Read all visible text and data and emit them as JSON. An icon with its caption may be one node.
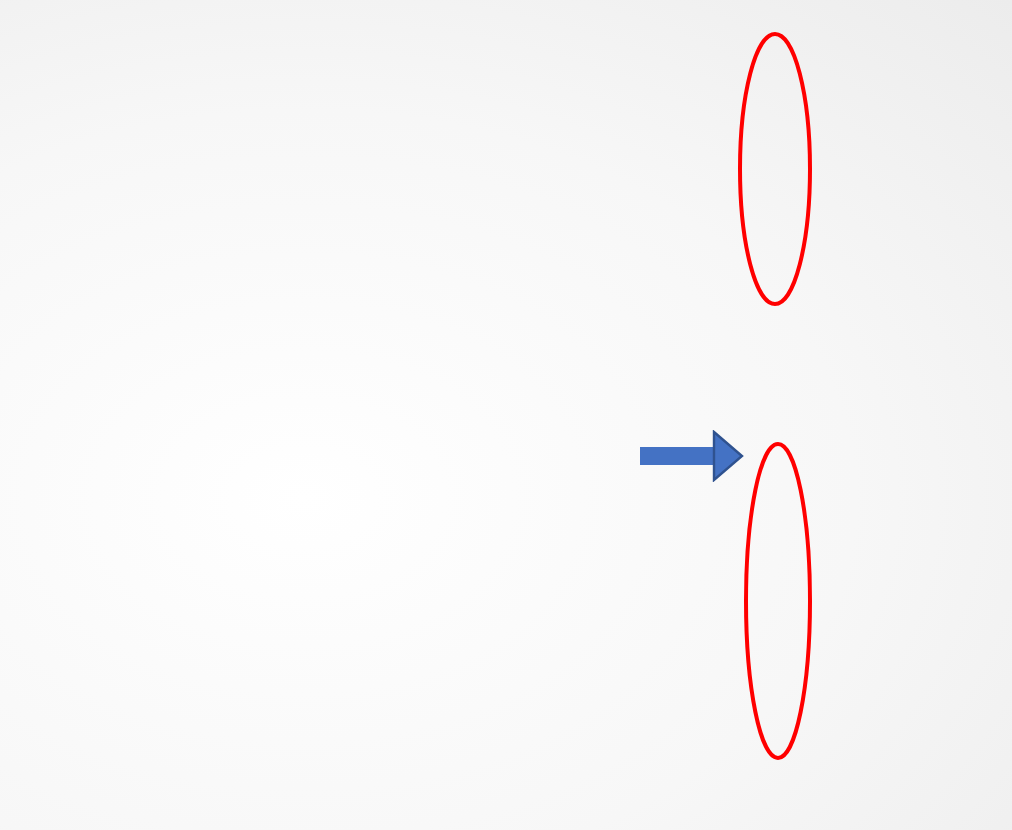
{
  "diagram": {
    "nodes": [
      {
        "text": [],
        "shape": "ellipse"
      },
      {
        "text": [],
        "shape": "ellipse"
      }
    ],
    "edges": [
      {
        "from": null,
        "to": 1,
        "arrow": "to",
        "color": "#4472c4"
      }
    ]
  }
}
